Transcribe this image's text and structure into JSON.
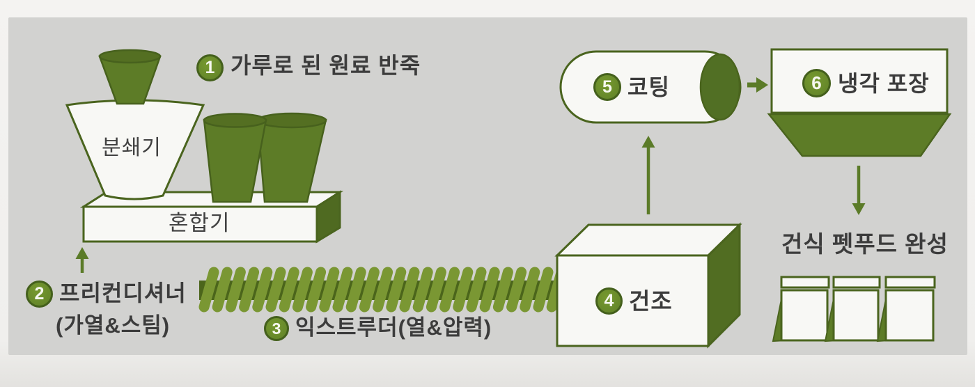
{
  "panel": {
    "bg": "#d2d2d0",
    "page_bg": "#f1f0ee"
  },
  "colors": {
    "green_fill": "#5d7c27",
    "dark_green_side": "#4f6a21",
    "outline_green": "#4a641e",
    "badge_green": "#6a8d2e",
    "badge_ring": "#44601c",
    "screw_shaft": "#4b651b",
    "screw_flight": "#7a9733",
    "arrow_green": "#5b7b28",
    "text_dark": "#3c3c3c",
    "shape_white": "#f8f8f5"
  },
  "steps": [
    {
      "num": "1",
      "label": "가루로 된 원료 반죽"
    },
    {
      "num": "2",
      "label": "프리컨디셔너",
      "sublabel": "(가열&스팀)"
    },
    {
      "num": "3",
      "label": "익스트루더(열&압력)"
    },
    {
      "num": "4",
      "label": "건조"
    },
    {
      "num": "5",
      "label": "코팅"
    },
    {
      "num": "6",
      "label": "냉각 포장"
    }
  ],
  "machines": {
    "grinder": "분쇄기",
    "mixer": "혼합기"
  },
  "result_label": "건식 펫푸드 완성"
}
